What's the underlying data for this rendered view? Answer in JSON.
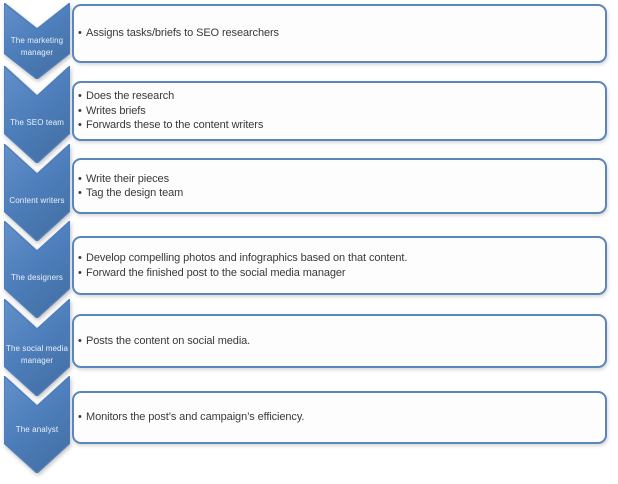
{
  "diagram": {
    "type": "vertical-chevron-list",
    "colors": {
      "chevron_fill": "#4d7ebb",
      "chevron_gradient_top": "#6390c9",
      "chevron_gradient_bottom": "#4471a6",
      "box_border": "#5b86bb",
      "box_background": "#fdfdfe",
      "bullet_text": "#393939",
      "chevron_label_text": "#e9f0f8"
    },
    "items": [
      {
        "role": "The marketing manager",
        "bullets": [
          "Assigns tasks/briefs to SEO researchers"
        ]
      },
      {
        "role": "The SEO team",
        "bullets": [
          "Does the research",
          "Writes briefs",
          "Forwards these to the content writers"
        ]
      },
      {
        "role": "Content writers",
        "bullets": [
          "Write their pieces",
          "Tag the design team"
        ]
      },
      {
        "role": "The designers",
        "bullets": [
          "Develop compelling photos and infographics based on that content.",
          "Forward the finished post to the social media manager"
        ]
      },
      {
        "role": "The social media manager",
        "bullets": [
          "Posts the content on social media."
        ]
      },
      {
        "role": "The analyst",
        "bullets": [
          "Monitors the post’s and campaign’s efficiency."
        ]
      }
    ]
  }
}
